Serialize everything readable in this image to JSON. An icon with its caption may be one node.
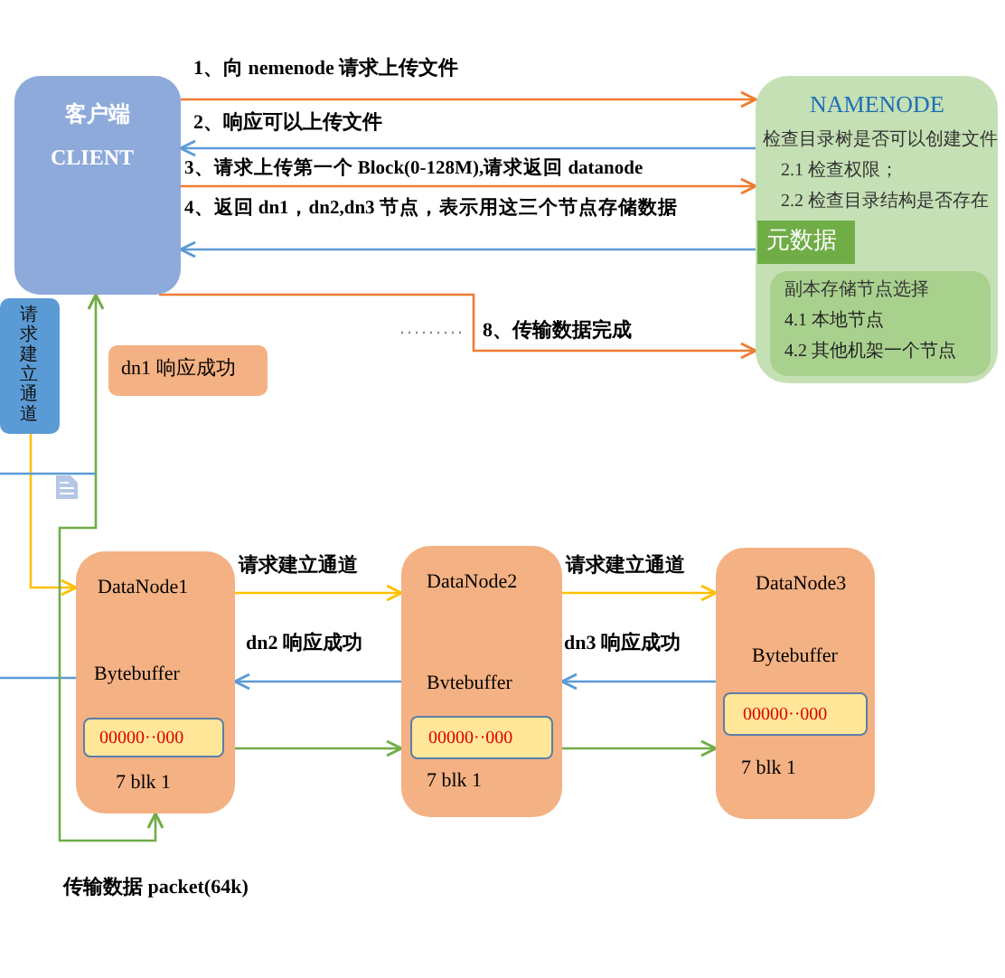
{
  "diagram": {
    "nodes": [
      {
        "text": [
          "客户端",
          "CLIENT"
        ]
      },
      {
        "text": [
          "NAMENODE",
          "检查目录树是否可以创建文件",
          "2.1 检查权限；",
          "2.2 检查目录结构是否存在"
        ]
      },
      {
        "text": [
          "元数据"
        ],
        "in": 1
      },
      {
        "text": [
          "副本存储节点选择",
          "4.1 本地节点",
          "4.2 其他机架一个节点"
        ],
        "in": 1
      },
      {
        "text": [
          "请求建立通道"
        ]
      },
      {
        "text": [
          "dn1 响应成功"
        ]
      },
      {
        "text": [
          "DataNode1",
          "Bytebuffer",
          "7 blk 1"
        ]
      },
      {
        "text": [
          "00000··000"
        ],
        "in": 6
      },
      {
        "text": [
          "DataNode2",
          "Bvtebuffer",
          "7 blk 1"
        ]
      },
      {
        "text": [
          "00000··000"
        ],
        "in": 8
      },
      {
        "text": [
          "DataNode3",
          "Bytebuffer",
          "7 blk 1"
        ]
      },
      {
        "text": [
          "00000··000"
        ],
        "in": 10
      }
    ],
    "edges": [
      {
        "from": 0,
        "to": 1,
        "arrow": "to",
        "label": "1、向 nemenode 请求上传文件",
        "color": "#ed7d31"
      },
      {
        "from": 1,
        "to": 0,
        "arrow": "to",
        "label": "2、响应可以上传文件"
      },
      {
        "from": 0,
        "to": 1,
        "arrow": "to",
        "label": "3、请求上传第一个 Block(0-128M),请求返回 datanode",
        "color": "#ed7d31"
      },
      {
        "from": 1,
        "to": 0,
        "arrow": "to",
        "label": "4、返回 dn1，dn2,dn3 节点，表示用这三个节点存储数据"
      },
      {
        "from": 0,
        "to": 1,
        "arrow": "to",
        "label": "8、传输数据完成",
        "color": "#ed7d31"
      },
      {
        "from": 4,
        "to": 6,
        "arrow": "to",
        "color": "#ffc000"
      },
      {
        "from": 6,
        "to": 8,
        "arrow": "to",
        "label": "请求建立通道",
        "color": "#ffc000"
      },
      {
        "from": 8,
        "to": 10,
        "arrow": "to",
        "label": "请求建立通道",
        "color": "#ffc000"
      },
      {
        "from": 10,
        "to": 8,
        "arrow": "to",
        "label": "dn3 响应成功"
      },
      {
        "from": 8,
        "to": 6,
        "arrow": "to",
        "label": "dn2 响应成功"
      },
      {
        "from": 6,
        "to": null,
        "arrow": "none"
      },
      {
        "from": 6,
        "to": 8,
        "arrow": "to",
        "color": "#70ad47"
      },
      {
        "from": 8,
        "to": 10,
        "arrow": "to",
        "color": "#70ad47"
      },
      {
        "from": 0,
        "to": 6,
        "arrow": "both",
        "color": "#70ad47"
      }
    ],
    "labels": [
      "传输数据 packet(64k)"
    ]
  }
}
